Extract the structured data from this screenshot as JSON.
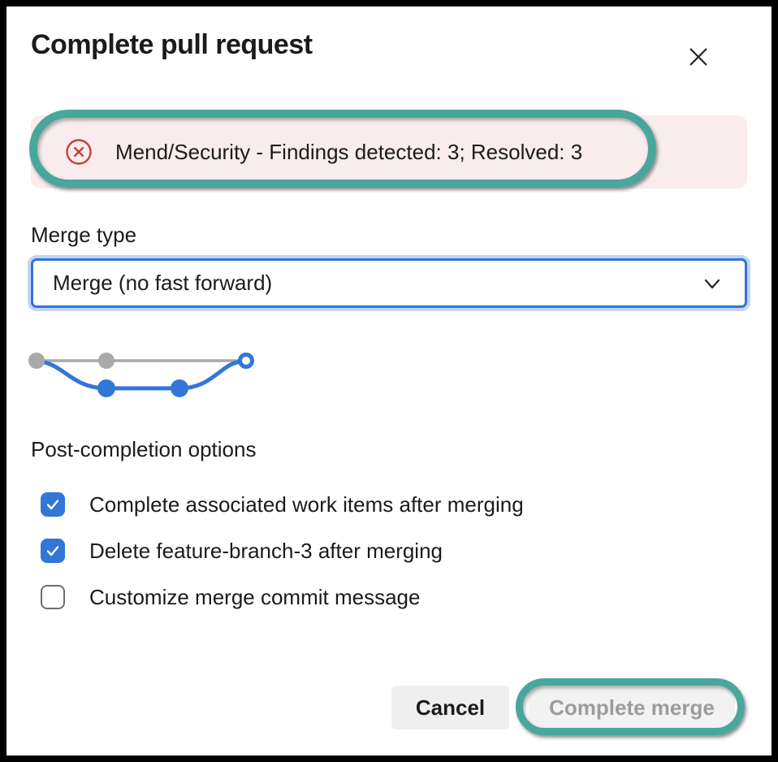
{
  "dialog": {
    "title": "Complete pull request"
  },
  "alert": {
    "text": "Mend/Security - Findings detected: 3; Resolved: 3",
    "icon": "error-circle-x",
    "bg_color": "#F8ECEC",
    "icon_color": "#C3423B"
  },
  "merge_type": {
    "label": "Merge type",
    "selected_option": "Merge (no fast forward)"
  },
  "merge_graph": {
    "description": "merge-no-fast-forward-diagram",
    "main_branch_color": "#A9A9A9",
    "feature_branch_color": "#3376D8"
  },
  "post_completion": {
    "label": "Post-completion options",
    "options": [
      {
        "label": "Complete associated work items after merging",
        "checked": true
      },
      {
        "label": "Delete feature-branch-3 after merging",
        "checked": true
      },
      {
        "label": "Customize merge commit message",
        "checked": false
      }
    ]
  },
  "footer": {
    "cancel_label": "Cancel",
    "complete_label": "Complete merge",
    "complete_disabled": true
  },
  "annotations": {
    "highlight_color": "#49A69A",
    "highlighted_items": [
      "status-check-alert",
      "complete-merge-button"
    ]
  }
}
